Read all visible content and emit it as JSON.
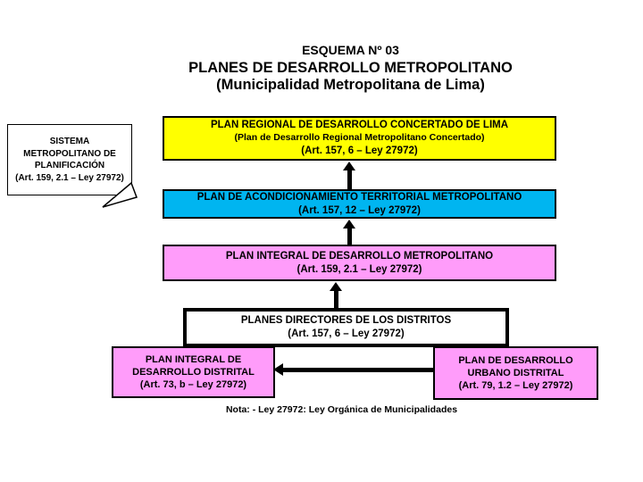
{
  "title": {
    "line1": "ESQUEMA Nº 03",
    "line2": "PLANES DE DESARROLLO METROPOLITANO",
    "line3": "(Municipalidad Metropolitana de Lima)"
  },
  "callout": {
    "lines": [
      "SISTEMA",
      "METROPOLITANO DE",
      "PLANIFICACIÓN",
      "(Art. 159, 2.1 – Ley 27972)"
    ]
  },
  "boxes": {
    "regional": {
      "lines": [
        "PLAN REGIONAL DE DESARROLLO CONCERTADO DE LIMA",
        "(Plan de Desarrollo Regional Metropolitano Concertado)",
        "(Art. 157, 6 – Ley 27972)"
      ],
      "color": "#FFFF00"
    },
    "territorial": {
      "lines": [
        "PLAN DE ACONDICIONAMIENTO TERRITORIAL METROPOLITANO",
        "(Art. 157, 12 – Ley 27972)"
      ],
      "color": "#00B5F0"
    },
    "integral_metropolitano": {
      "lines": [
        "PLAN INTEGRAL DE DESARROLLO METROPOLITANO",
        "(Art. 159, 2.1 – Ley 27972)"
      ],
      "color": "#FF9CFA"
    },
    "directores": {
      "lines": [
        "PLANES DIRECTORES DE LOS DISTRITOS",
        "(Art. 157, 6 – Ley 27972)"
      ],
      "color": "#FFFFFF"
    },
    "integral_distrital": {
      "lines": [
        "PLAN INTEGRAL DE",
        "DESARROLLO DISTRITAL",
        "(Art. 73, b – Ley 27972)"
      ],
      "color": "#FF9CFA"
    },
    "urbano_distrital": {
      "lines": [
        "PLAN DE DESARROLLO",
        "URBANO DISTRITAL",
        "(Art. 79, 1.2 – Ley 27972)"
      ],
      "color": "#FF9CFA"
    }
  },
  "note": "Nota: - Ley 27972: Ley Orgánica de Municipalidades",
  "colors": {
    "border": "#000000",
    "text": "#000000",
    "background": "#FFFFFF"
  }
}
